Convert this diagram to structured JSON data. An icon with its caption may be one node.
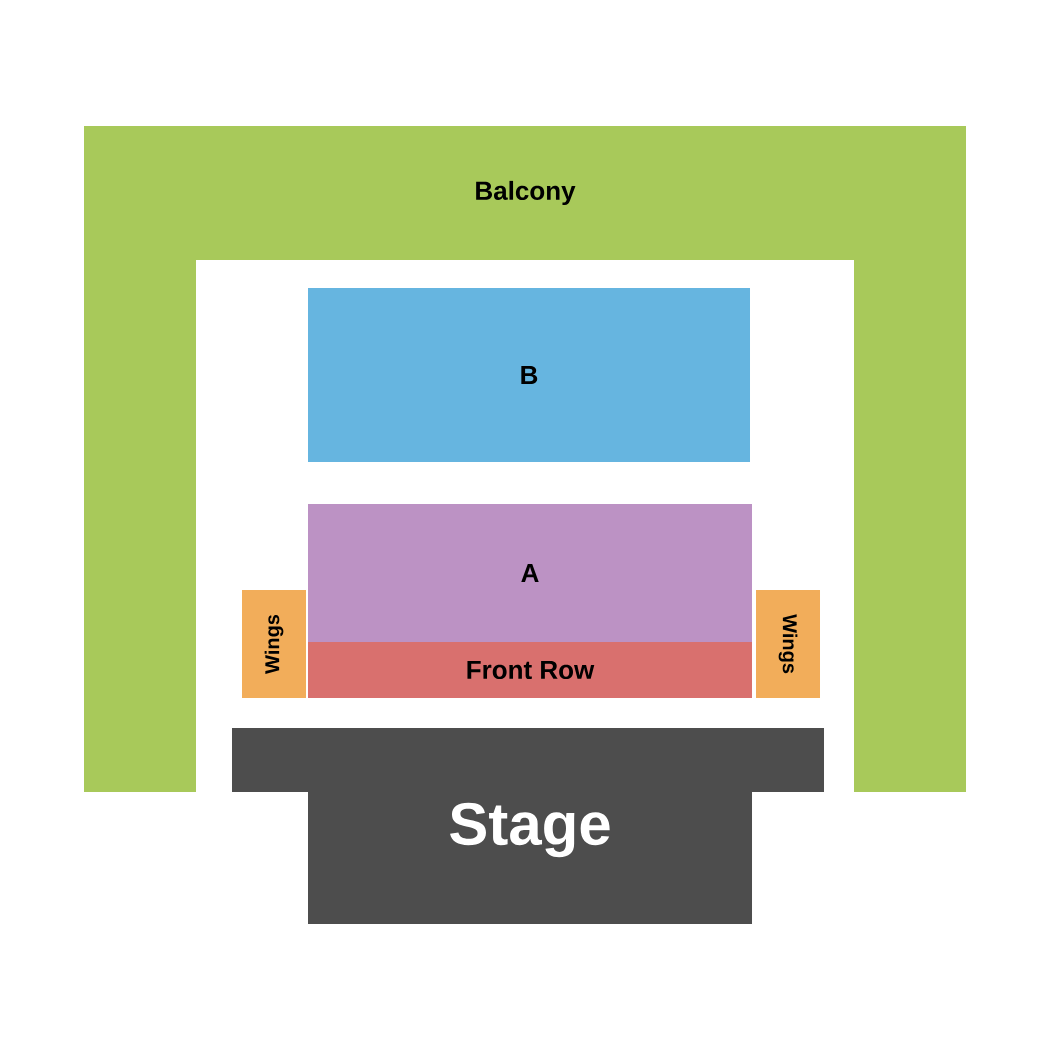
{
  "diagram": {
    "nodes": [
      {
        "text": [
          "Balcony"
        ]
      },
      {
        "text": [
          "B"
        ]
      },
      {
        "text": [
          "A"
        ]
      },
      {
        "text": [
          "Front Row"
        ]
      },
      {
        "text": [
          "Wings"
        ]
      },
      {
        "text": [
          "Wings"
        ]
      },
      {
        "text": [
          "Stage"
        ]
      }
    ]
  }
}
